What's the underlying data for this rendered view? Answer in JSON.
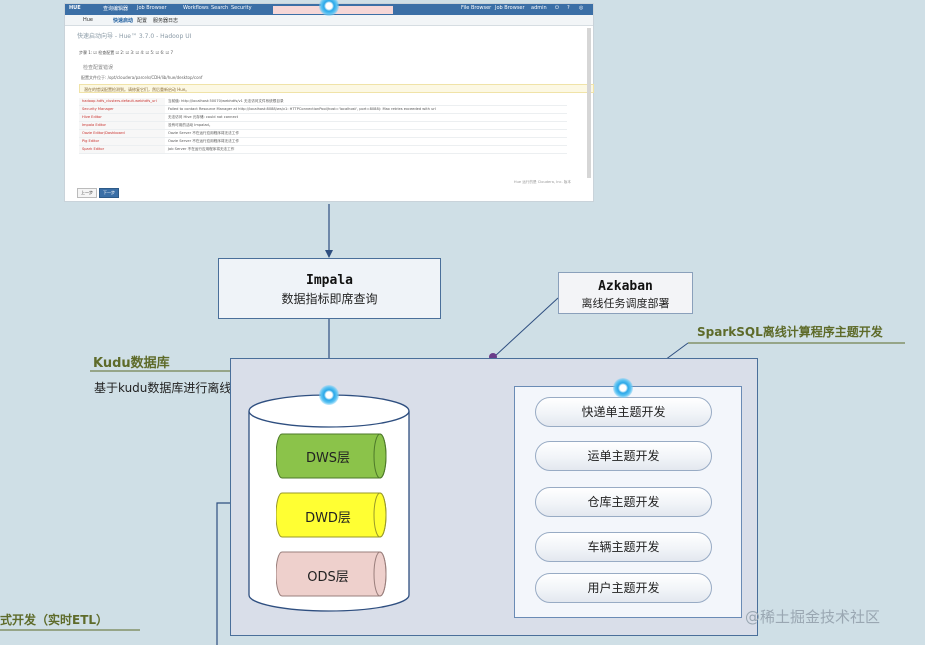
{
  "screenshot": {
    "nav_items": [
      "HUE",
      "查询编辑器",
      "Job Browser",
      "Workflows",
      "Search",
      "Security",
      "File Browser",
      "Job Browser",
      "admin",
      "⏻",
      "?",
      "◎"
    ],
    "tabs": [
      "Hue",
      "快速启动",
      "配置",
      "服务器日志"
    ],
    "page_title": "快速启动向导 - Hue™ 3.7.0 - Hadoop UI",
    "checks": "步骤 1: ☑ 检查配置     ☑ 2: ☑ 3: ☑ 4: ☑ 5: ☑ 6: ☑ 7",
    "section": "检查配置错误",
    "hint": "配置文件位于: /opt/cloudera/parcels/CDH/lib/hue/desktop/conf",
    "warning": "潜在的错误配置检测到。请修复它们，然后重新启动 Hue。",
    "rows": [
      {
        "key": "hadoop.hdfs_clusters.default.webhdfs_url",
        "value": "当前值: http://localhost:50070/webhdfs/v1 无法访问文件系统根目录"
      },
      {
        "key": "Security Manager",
        "value": "Failed to contact Resource Manager at http://localhost:8088/ws/v1: HTTPConnectionPool(host='localhost', port=8088): Max retries exceeded with url"
      },
      {
        "key": "Hive Editor",
        "value": "无法访问 Hive 元存储: could not connect"
      },
      {
        "key": "Impala Editor",
        "value": "没有可用的活动 Impalad。"
      },
      {
        "key": "Oozie Editor/Dashboard",
        "value": "Oozie Server 不在运行应用程序将无法工作"
      },
      {
        "key": "Pig Editor",
        "value": "Oozie Server 不在运行应用程序将无法工作"
      },
      {
        "key": "Spark Editor",
        "value": "Job Server 不在运行应用程序将无法工作"
      }
    ],
    "btn_back": "上一步",
    "btn_next": "下一步",
    "footer": "Hue 运行的是 Cloudera, Inc. 版本"
  },
  "impala": {
    "title": "Impala",
    "subtitle": "数据指标即席查询"
  },
  "azkaban": {
    "title": "Azkaban",
    "subtitle": "离线任务调度部署"
  },
  "sparksql_label": "SparkSQL离线计算程序主题开发",
  "kudu": {
    "title": "Kudu数据库",
    "subtitle": "基于kudu数据库进行离线数仓分层"
  },
  "layers": [
    {
      "label": "DWS层",
      "color": "#8bc34a"
    },
    {
      "label": "DWD层",
      "color": "#ffff33"
    },
    {
      "label": "ODS层",
      "color": "#eed0cc"
    }
  ],
  "topics": [
    "快递单主题开发",
    "运单主题开发",
    "仓库主题开发",
    "车辆主题开发",
    "用户主题开发"
  ],
  "realtime_label": "式开发（实时ETL）",
  "watermark": "@稀土掘金技术社区",
  "colors": {
    "line": "#2f4f80",
    "olive": "#5e6b2a",
    "dot": "#6a3d8a"
  }
}
